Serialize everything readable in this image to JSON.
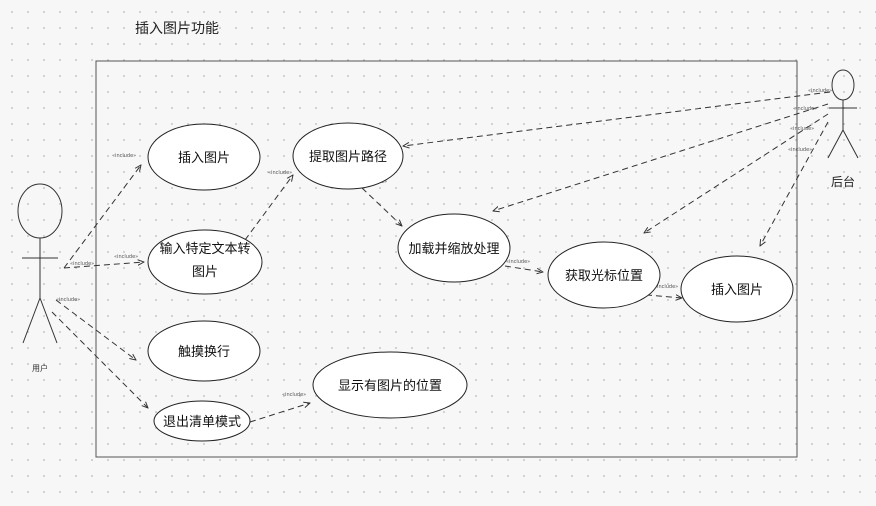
{
  "diagram": {
    "title": "插入图片功能",
    "actors": {
      "user": {
        "label": "用户"
      },
      "backend": {
        "label": "后台"
      }
    },
    "use_cases": {
      "insert_image": "插入图片",
      "input_text_line1": "输入特定文本转",
      "input_text_line2": "图片",
      "touch_wrap": "触摸换行",
      "exit_list": "退出清单模式",
      "extract_path": "提取图片路径",
      "load_scale": "加载并缩放处理",
      "get_cursor": "获取光标位置",
      "insert_image_2": "插入图片",
      "show_positions": "显示有图片的位置"
    },
    "include_label": "«include»"
  }
}
